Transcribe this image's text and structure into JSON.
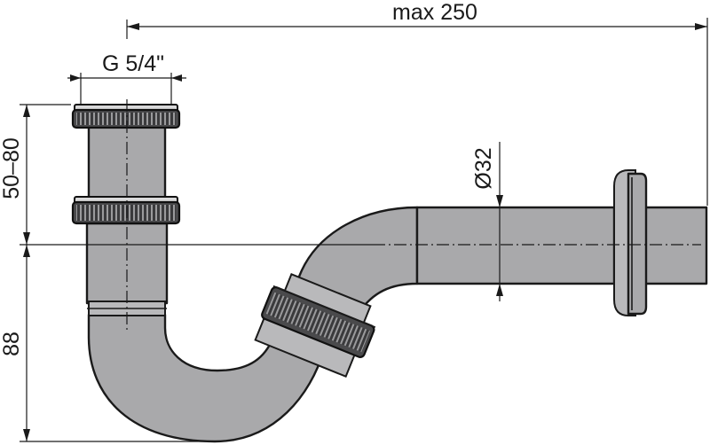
{
  "dimensions": {
    "overall_length": "max 250",
    "thread": "G 5/4\"",
    "upper_height": "50–80",
    "lower_height": "88",
    "outlet_diameter": "Ø32"
  },
  "colors": {
    "pipe": "#a9a9ab",
    "nut": "#4a4a4c",
    "line": "#1a1a1a"
  }
}
